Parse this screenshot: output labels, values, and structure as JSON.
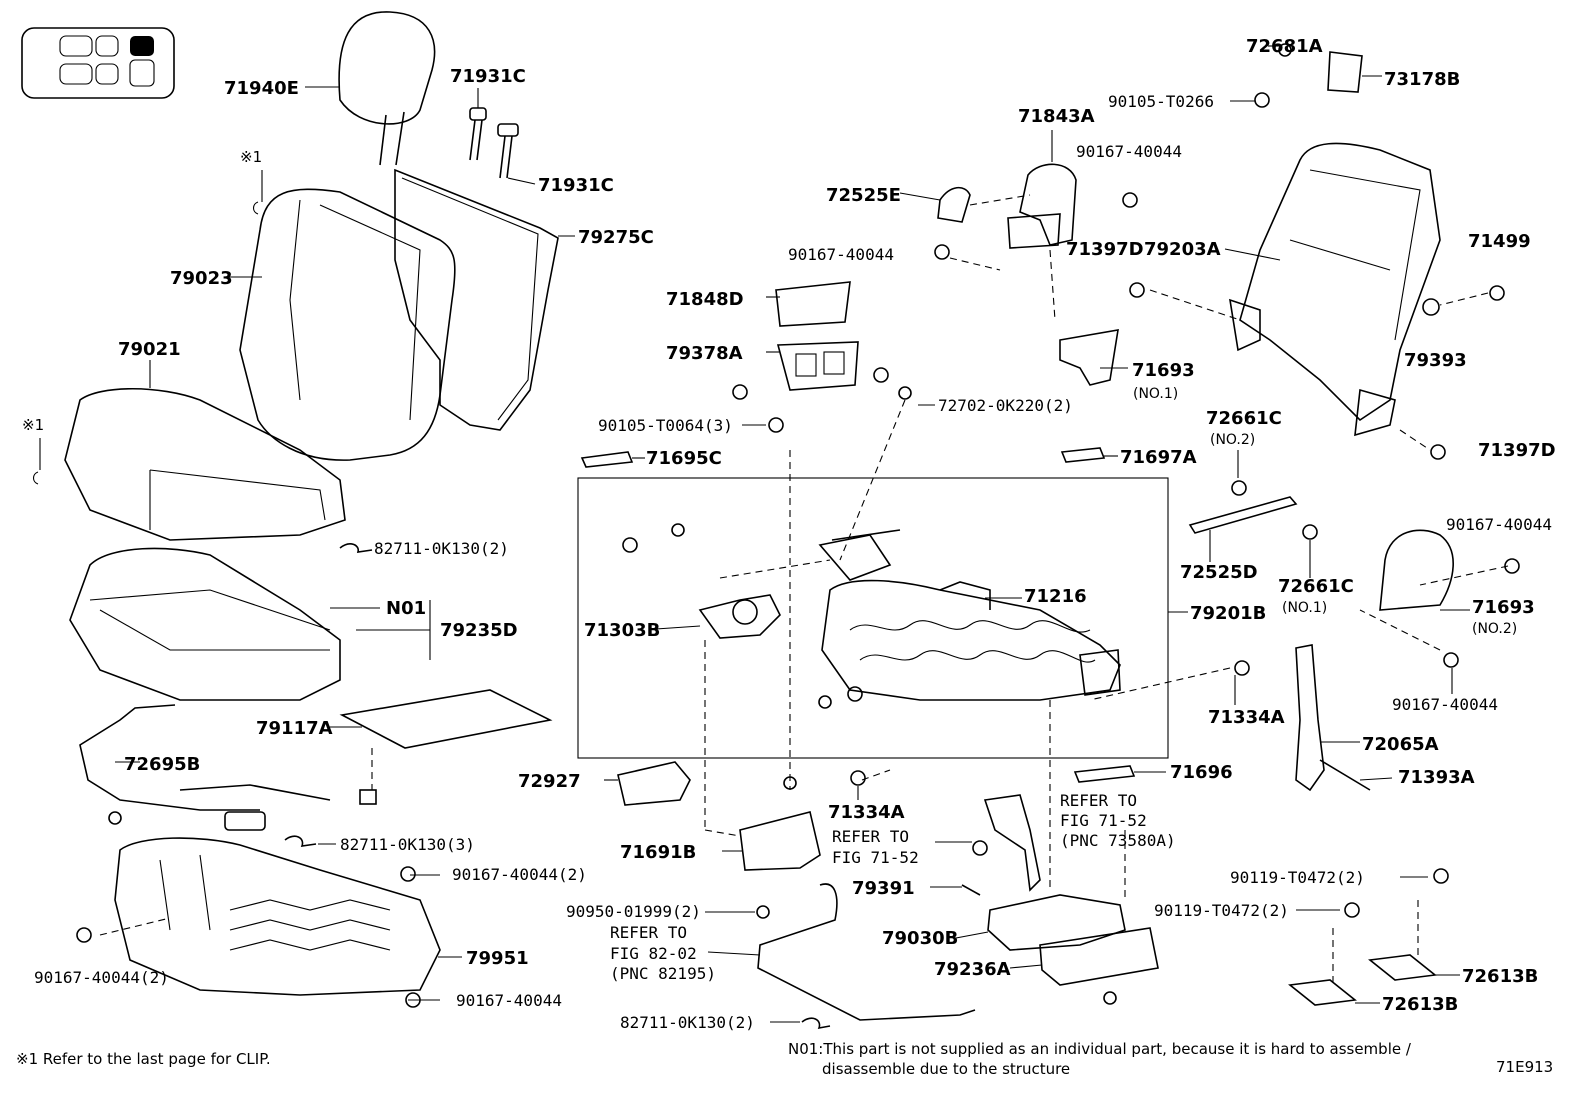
{
  "figure_id": "71E913",
  "footnote": "※1  Refer to the last page for CLIP.",
  "note_n01_line1": "N01:This part is not supplied as an individual part, because it is hard to assemble /",
  "note_n01_line2": "disassemble due to the structure",
  "clip_marker": "※1",
  "labels": {
    "p72681A": "72681A",
    "p73178B": "73178B",
    "p90105T0266": "90105-T0266",
    "p71940E": "71940E",
    "p71931C_a": "71931C",
    "p71931C_b": "71931C",
    "p71843A": "71843A",
    "p90167_40044_a": "90167-40044",
    "p72525E": "72525E",
    "p79275C": "79275C",
    "p79023": "79023",
    "p90167_40044_b": "90167-40044",
    "p71397D_a": "71397D",
    "p79203A": "79203A",
    "p71499": "71499",
    "p71848D": "71848D",
    "p79021": "79021",
    "p79378A": "79378A",
    "p71693_a": "71693",
    "p71693_a_sub": "(NO.1)",
    "p79393": "79393",
    "p72702": "72702-0K220(2)",
    "p90105T0064": "90105-T0064(3)",
    "p71695C": "71695C",
    "p71697A": "71697A",
    "p72661C_a": "72661C",
    "p72661C_a_sub": "(NO.2)",
    "p71397D_b": "71397D",
    "p82711_a": "82711-0K130(2)",
    "p90167_40044_c": "90167-40044",
    "p72525D": "72525D",
    "p72661C_b": "72661C",
    "p72661C_b_sub": "(NO.1)",
    "p71216": "71216",
    "p79201B": "79201B",
    "p71693_b": "71693",
    "p71693_b_sub": "(NO.2)",
    "pN01": "N01",
    "p79235D": "79235D",
    "p71303B": "71303B",
    "p90167_40044_d": "90167-40044",
    "p71334A_a": "71334A",
    "p79117A": "79117A",
    "p72065A": "72065A",
    "p72695B": "72695B",
    "p71696": "71696",
    "p72927": "72927",
    "p71393A": "71393A",
    "p71334A_b": "71334A",
    "ref_fig_7152_a1": "REFER TO",
    "ref_fig_7152_a2": "FIG 71-52",
    "ref_fig_7152_b1": "REFER TO",
    "ref_fig_7152_b2": "FIG 71-52",
    "ref_fig_7152_b3": "(PNC 73580A)",
    "p82711_b": "82711-0K130(3)",
    "p71691B": "71691B",
    "p90167_40044_2a": "90167-40044(2)",
    "p79391": "79391",
    "p90119_a": "90119-T0472(2)",
    "p90119_b": "90119-T0472(2)",
    "p90950": "90950-01999(2)",
    "p79030B": "79030B",
    "ref_fig_8202_1": "REFER TO",
    "ref_fig_8202_2": "FIG 82-02",
    "ref_fig_8202_3": "(PNC 82195)",
    "p79951": "79951",
    "p79236A": "79236A",
    "p72613B_a": "72613B",
    "p72613B_b": "72613B",
    "p90167_40044_2b": "90167-40044(2)",
    "p90167_40044_e": "90167-40044",
    "p82711_c": "82711-0K130(2)"
  }
}
